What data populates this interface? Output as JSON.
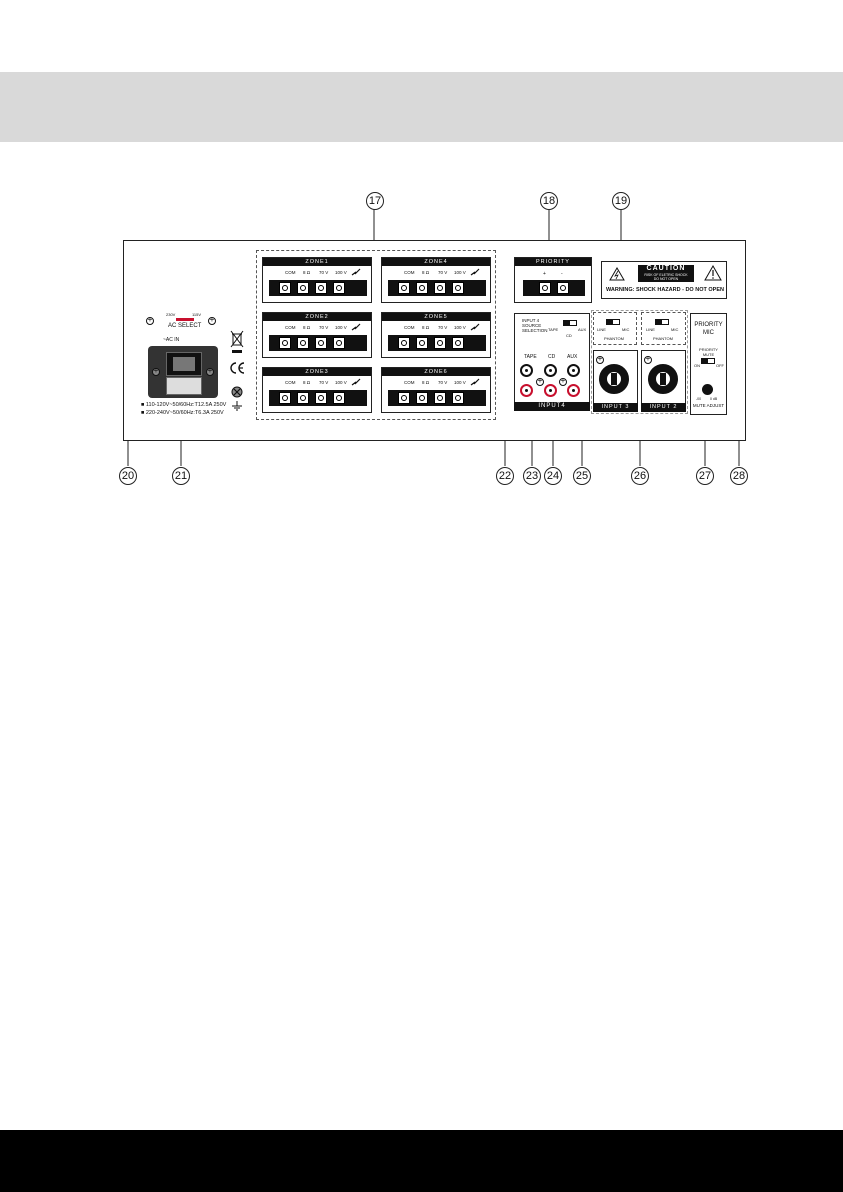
{
  "zones": [
    {
      "title": "ZONE1",
      "labels": [
        "COM",
        "8 Ω",
        "70 V",
        "100 V"
      ]
    },
    {
      "title": "ZONE2",
      "labels": [
        "COM",
        "8 Ω",
        "70 V",
        "100 V"
      ]
    },
    {
      "title": "ZONE3",
      "labels": [
        "COM",
        "8 Ω",
        "70 V",
        "100 V"
      ]
    },
    {
      "title": "ZONE4",
      "labels": [
        "COM",
        "8 Ω",
        "70 V",
        "100 V"
      ]
    },
    {
      "title": "ZONE5",
      "labels": [
        "COM",
        "8 Ω",
        "70 V",
        "100 V"
      ]
    },
    {
      "title": "ZONE6",
      "labels": [
        "COM",
        "8 Ω",
        "70 V",
        "100 V"
      ]
    }
  ],
  "priority": {
    "title": "PRIORITY",
    "plus": "+",
    "minus": "-"
  },
  "caution": {
    "title": "CAUTION",
    "line1": "RISK OF ELETRIC SHOCK",
    "line2": "DO NOT OPEN",
    "warning": "WARNING: SHOCK HAZARD - DO NOT OPEN"
  },
  "ac": {
    "v230": "230V",
    "v115": "115V",
    "select": "AC SELECT",
    "in": "~AC IN",
    "spec1": "110-120V~50/60Hz:T12.5A 250V",
    "spec2": "220-240V~50/60Hz:T6.3A 250V"
  },
  "input4": {
    "source_label": "INPUT 4 SOURCE SELECTION",
    "tape_label": "TAPE",
    "aux_label": "AUX",
    "cd_label": "CD",
    "jacks": [
      "TAPE",
      "CD",
      "AUX"
    ],
    "bar": "INPUT4"
  },
  "input3": {
    "line": "LINE",
    "mic": "MIC",
    "phantom": "PHANTOM",
    "bar": "INPUT 3"
  },
  "input2": {
    "line": "LINE",
    "mic": "MIC",
    "phantom": "PHANTOM",
    "bar": "INPUT 2"
  },
  "priority_mic": {
    "title1": "PRIORITY",
    "title2": "MIC",
    "mute1": "PRIORITY",
    "mute2": "MUTE",
    "on": "ON",
    "off": "OFF",
    "knob_min": "-00",
    "knob_max": "0 dB",
    "adjust": "MUTE ADJUST"
  },
  "callouts": [
    "17",
    "18",
    "19",
    "20",
    "21",
    "22",
    "23",
    "24",
    "25",
    "26",
    "27",
    "28"
  ],
  "colors": {
    "header_band": "#d9d9d9",
    "footer_band": "#000000",
    "rca_red": "#c8102e"
  }
}
